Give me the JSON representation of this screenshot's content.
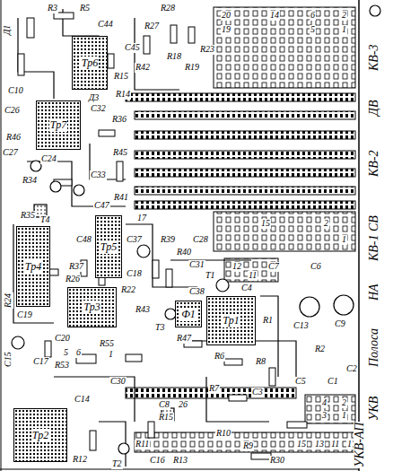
{
  "diagram": {
    "nodes": [
      {
        "text": [
          "Тр6"
        ]
      },
      {
        "text": [
          "Тр7"
        ]
      },
      {
        "text": [
          "Тр4"
        ]
      },
      {
        "text": [
          "Тр5"
        ]
      },
      {
        "text": [
          "Тр3"
        ]
      },
      {
        "text": [
          "Ф1"
        ]
      },
      {
        "text": [
          "Тр1"
        ]
      },
      {
        "text": [
          "Тр2"
        ]
      }
    ],
    "labels": [
      "Д1",
      "R3",
      "R5",
      "C44",
      "R27",
      "R28",
      "C45",
      "R42",
      "R18",
      "R19",
      "R23",
      "R15",
      "C10",
      "Д3",
      "C32",
      "R14",
      "R36",
      "C26",
      "R46",
      "C27",
      "C24",
      "R45",
      "R34",
      "C33",
      "R41",
      "C47",
      "R35",
      "T4",
      "C48",
      "R22",
      "R26",
      "R37",
      "R24",
      "C19",
      "C20",
      "R55",
      "C15",
      "C17",
      "R53",
      "5",
      "6",
      "1",
      "C30",
      "C14",
      "R12",
      "T2",
      "C16",
      "R11",
      "R13",
      "R15",
      "C8",
      "26",
      "R39",
      "R40",
      "C31",
      "C37",
      "C18",
      "C28",
      "R43",
      "T3",
      "C38",
      "R47",
      "R1",
      "C4",
      "T1",
      "C13",
      "C9",
      "R2",
      "C7",
      "C6",
      "17",
      "R6",
      "R8",
      "C1",
      "C2",
      "R7",
      "C3",
      "R10",
      "R9",
      "R30",
      "C5",
      "20",
      "19",
      "14",
      "6",
      "5",
      "2",
      "1",
      "15",
      "2",
      "1",
      "12",
      "11",
      "4",
      "3",
      "2",
      "1",
      "15",
      "13",
      "11",
      "1",
      "КВ-3",
      "ДВ",
      "КВ-2",
      "КВ-1 СВ",
      "НА",
      "Полоса",
      "УКВ",
      "УКВ-АП"
    ]
  }
}
